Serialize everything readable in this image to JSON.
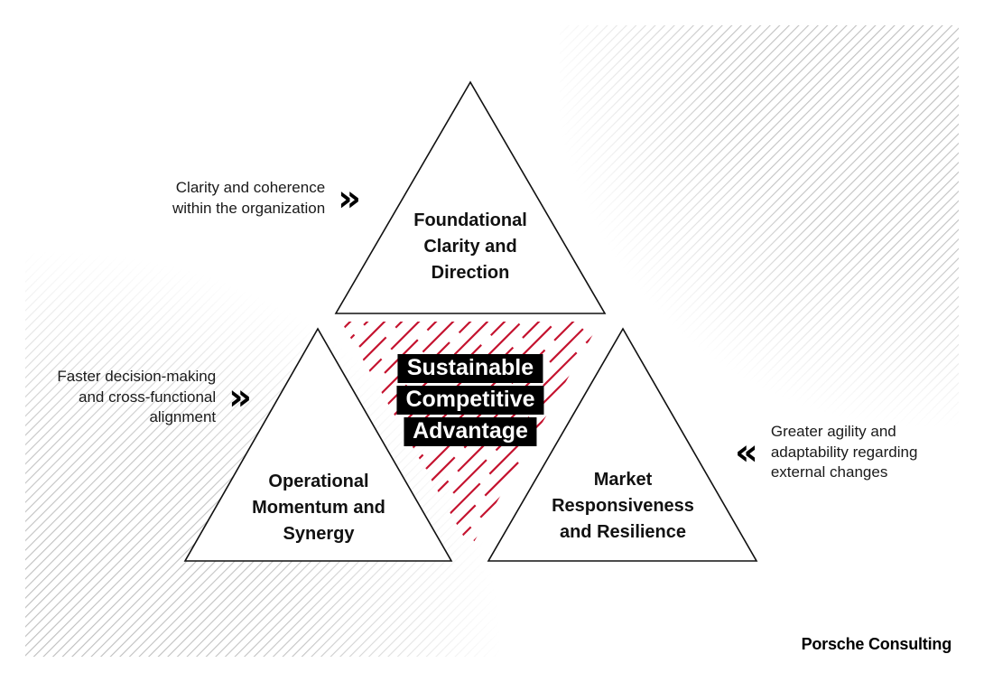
{
  "colors": {
    "accent_red": "#c51430",
    "label_bg": "#000000",
    "label_text": "#ffffff",
    "hatch_gray": "#bdbdbd"
  },
  "triangles": {
    "top": {
      "label_lines": [
        "Foundational",
        "Clarity and",
        "Direction"
      ]
    },
    "left": {
      "label_lines": [
        "Operational",
        "Momentum and",
        "Synergy"
      ]
    },
    "right": {
      "label_lines": [
        "Market",
        "Responsiveness",
        "and Resilience"
      ]
    }
  },
  "center": {
    "label_lines": [
      "Sustainable",
      "Competitive",
      "Advantage"
    ]
  },
  "annotations": [
    {
      "lines": [
        "Clarity and coherence",
        "within the organization"
      ],
      "chevron": "»"
    },
    {
      "lines": [
        "Faster decision-making",
        "and cross-functional",
        "alignment"
      ],
      "chevron": "»"
    },
    {
      "lines": [
        "Greater agility and",
        "adaptability regarding",
        "external changes"
      ],
      "chevron": "«"
    }
  ],
  "footer": {
    "logo": "Porsche Consulting"
  }
}
